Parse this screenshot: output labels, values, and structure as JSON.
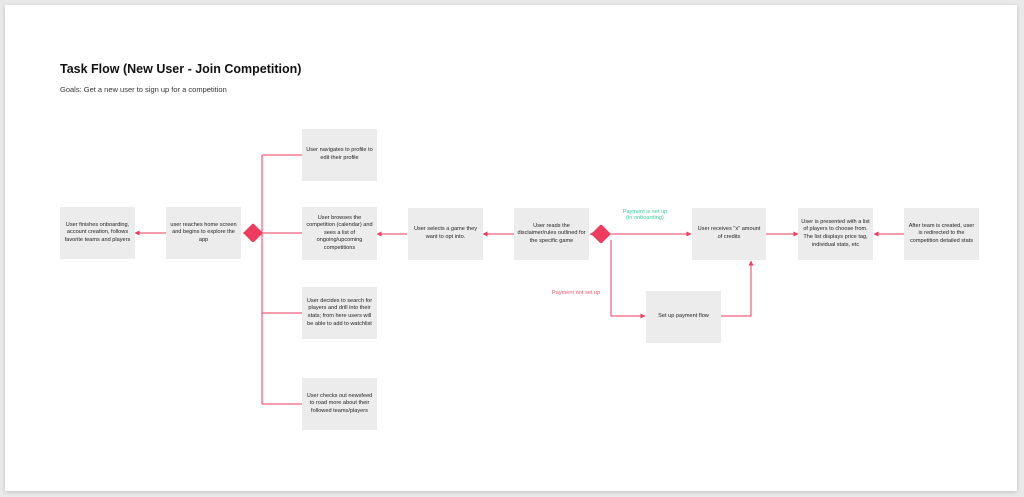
{
  "title": "Task Flow (New User - Join Competition)",
  "goals": "Goals: Get a new user to sign up for a competition",
  "colors": {
    "connector": "#ef3b5d",
    "yes_label": "#3ccf9a",
    "no_label": "#ef5a72",
    "box": "#ececec"
  },
  "nodes": {
    "finish_onboarding": "User finishes onboarding, account creation, follows favorite teams and players",
    "home_screen": "user reaches home screen and begins to explore the app",
    "edit_profile": "User navigates to profile to edit their profile",
    "browse_competition": "User browses the competition (calendar) and sees a list of ongoing/upcoming competitions",
    "search_players": "User decides to search for players and drill into their stats; from here users will be able to add to watchlist",
    "newsfeed": "User checks out newsfeed to road more about their followed teams/players",
    "select_game": "User selects a game they want to opt into.",
    "read_rules": "User reads the disclaimer/rules outlined for the specific game",
    "receive_credits": "User receives \"x\" amount of credits",
    "payment_flow": "Set up payment flow",
    "choose_players": "User is presented with a list of players to choose from. The list displays price tag, individual stats, etc",
    "redirect_stats": "After team is created, user is redirected to the competition detailed stats"
  },
  "edge_labels": {
    "payment_set_up": "Payment is set up\n(in onboarding)",
    "payment_not_set_up": "Payment not set up"
  }
}
